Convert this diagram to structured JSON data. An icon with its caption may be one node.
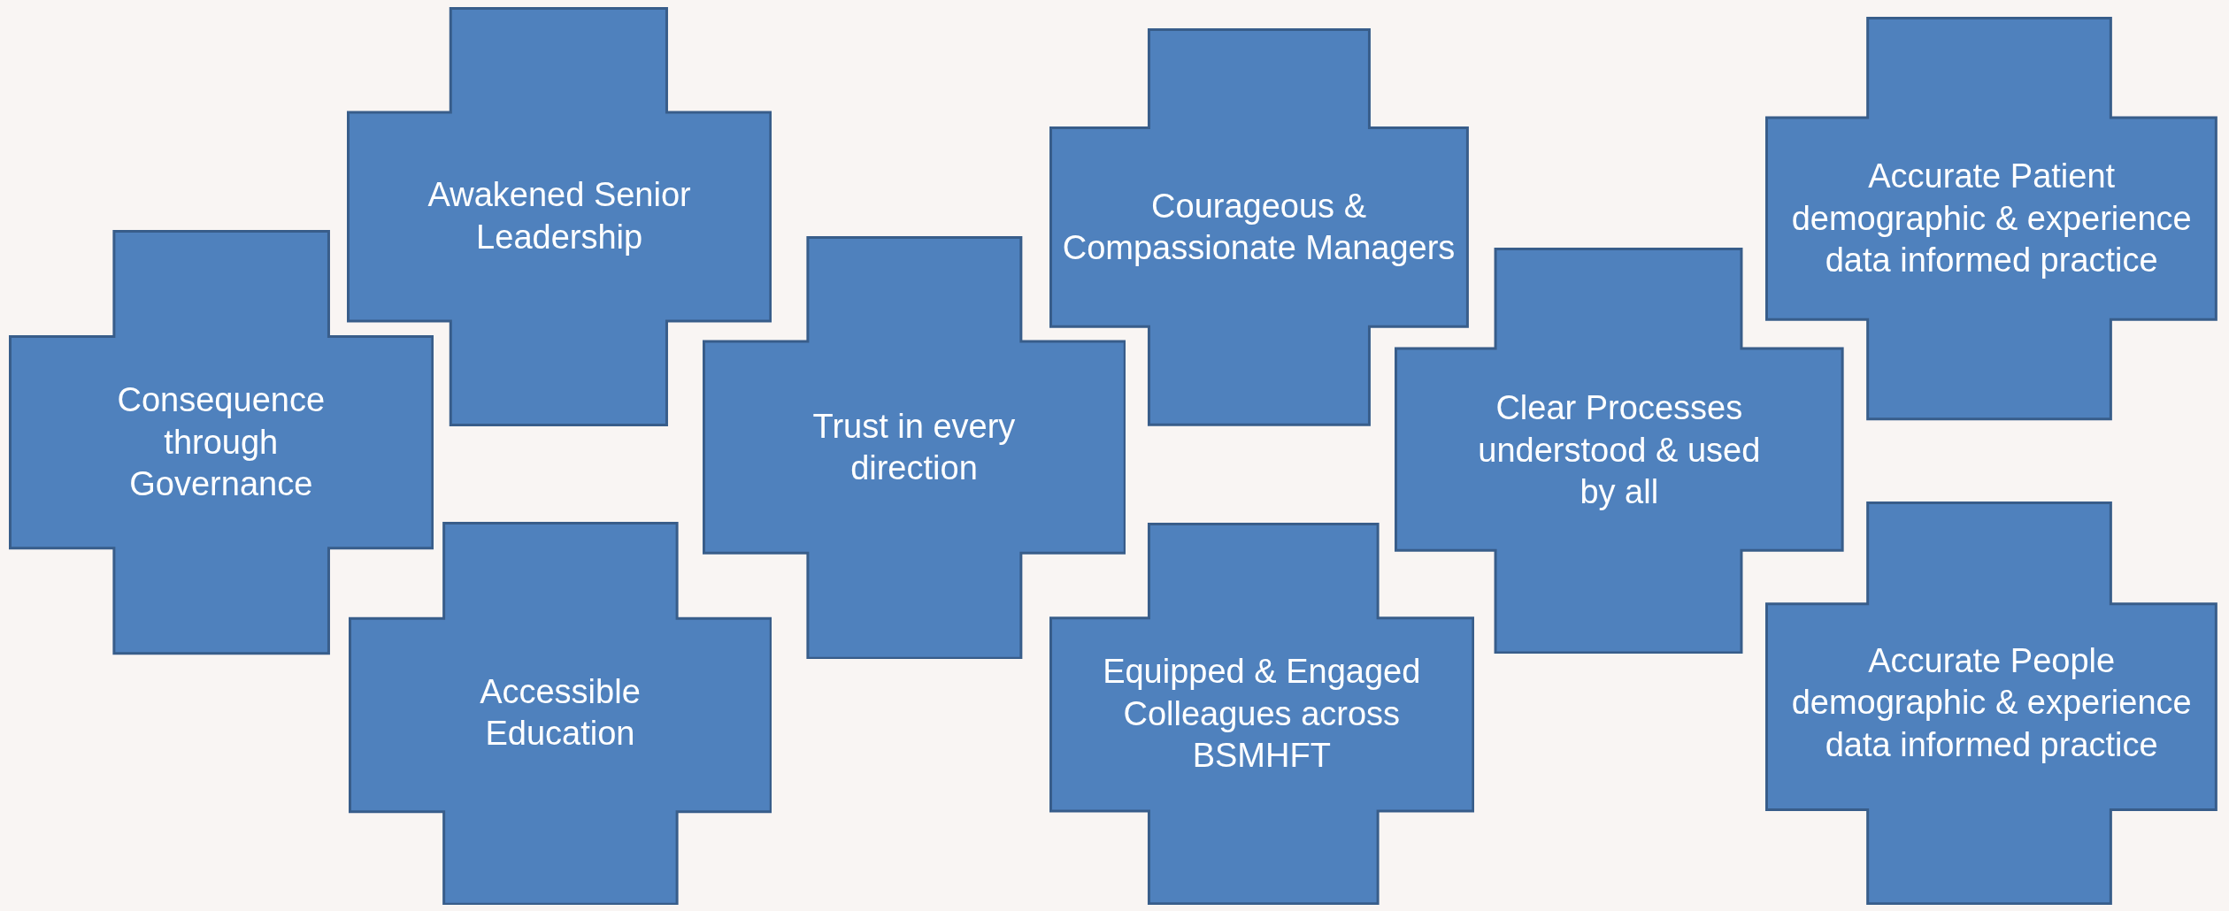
{
  "diagram": {
    "nodes": [
      {
        "text": [
          "Consequence through Governance"
        ]
      },
      {
        "text": [
          "Awakened Senior Leadership"
        ]
      },
      {
        "text": [
          "Accessible Education"
        ]
      },
      {
        "text": [
          "Trust in every direction"
        ]
      },
      {
        "text": [
          "Courageous & Compassionate Managers"
        ]
      },
      {
        "text": [
          "Equipped & Engaged Colleagues across BSMHFT"
        ]
      },
      {
        "text": [
          "Clear Processes understood & used by all"
        ]
      },
      {
        "text": [
          "Accurate Patient demographic & experience data informed practice"
        ]
      },
      {
        "text": [
          "Accurate People demographic & experience data informed practice"
        ]
      }
    ],
    "edges": []
  }
}
